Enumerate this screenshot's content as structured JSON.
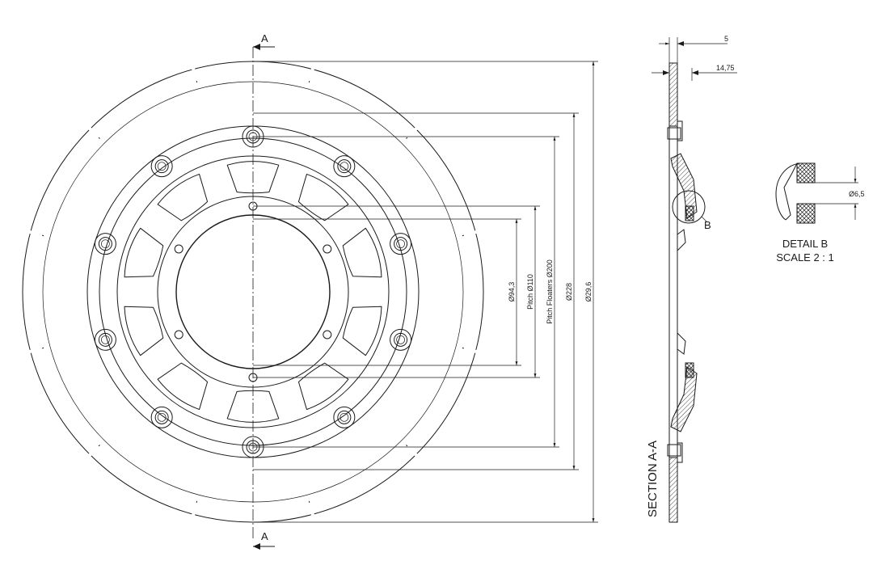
{
  "drawing": {
    "section_marker_top": "A",
    "section_marker_bottom": "A",
    "dimensions": {
      "d94": "Ø94,3",
      "d110": "Pitch Ø110",
      "d200": "Pitch Floaters Ø200",
      "d228": "Ø228",
      "d296": "Ø29,6"
    },
    "section": {
      "title": "SECTION A-A",
      "dim_thickness": "5",
      "dim_offset": "14,75",
      "detail_callout": "B"
    },
    "detail": {
      "title": "DETAIL B",
      "scale": "SCALE 2 : 1",
      "dim_hole": "Ø6,5"
    }
  }
}
